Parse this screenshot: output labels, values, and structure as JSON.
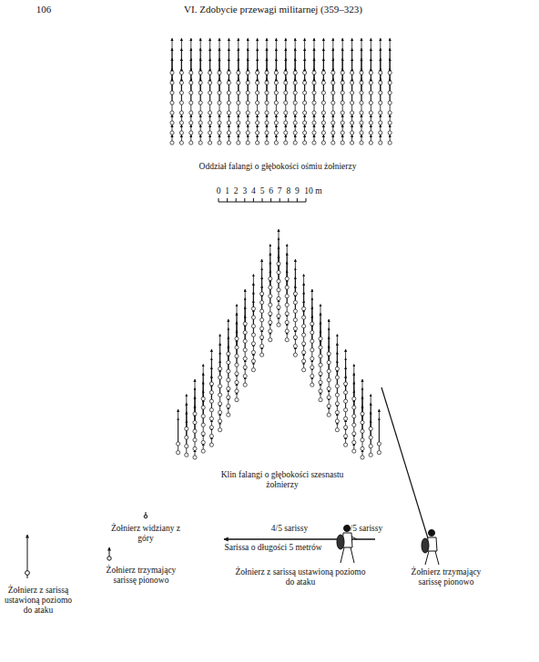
{
  "diagram": {
    "labels": [
      "106",
      "VI. Zdobycie przewagi militarnej (359–323)",
      "Oddział falangi o głębokości ośmiu żołnierzy",
      "0",
      "1",
      "2",
      "3",
      "4",
      "5",
      "6",
      "7",
      "8",
      "9",
      "10 m",
      "Klin falangi o głębokości szesnastu żołnierzy",
      "4/5 sarissy",
      "1/5 sarissy",
      "Sarissa o długości 5 metrów",
      "Żołnierz z sarissą ustawioną poziomo do ataku",
      "Żołnierz trzymający sarissę pionowo"
    ],
    "legend": [
      {
        "text": "Żołnierz z sarissą ustawioną poziomo do ataku"
      },
      {
        "text": "Żołnierz widziany z góry"
      },
      {
        "text": "Żołnierz trzymający sarissę pionowo"
      }
    ]
  }
}
